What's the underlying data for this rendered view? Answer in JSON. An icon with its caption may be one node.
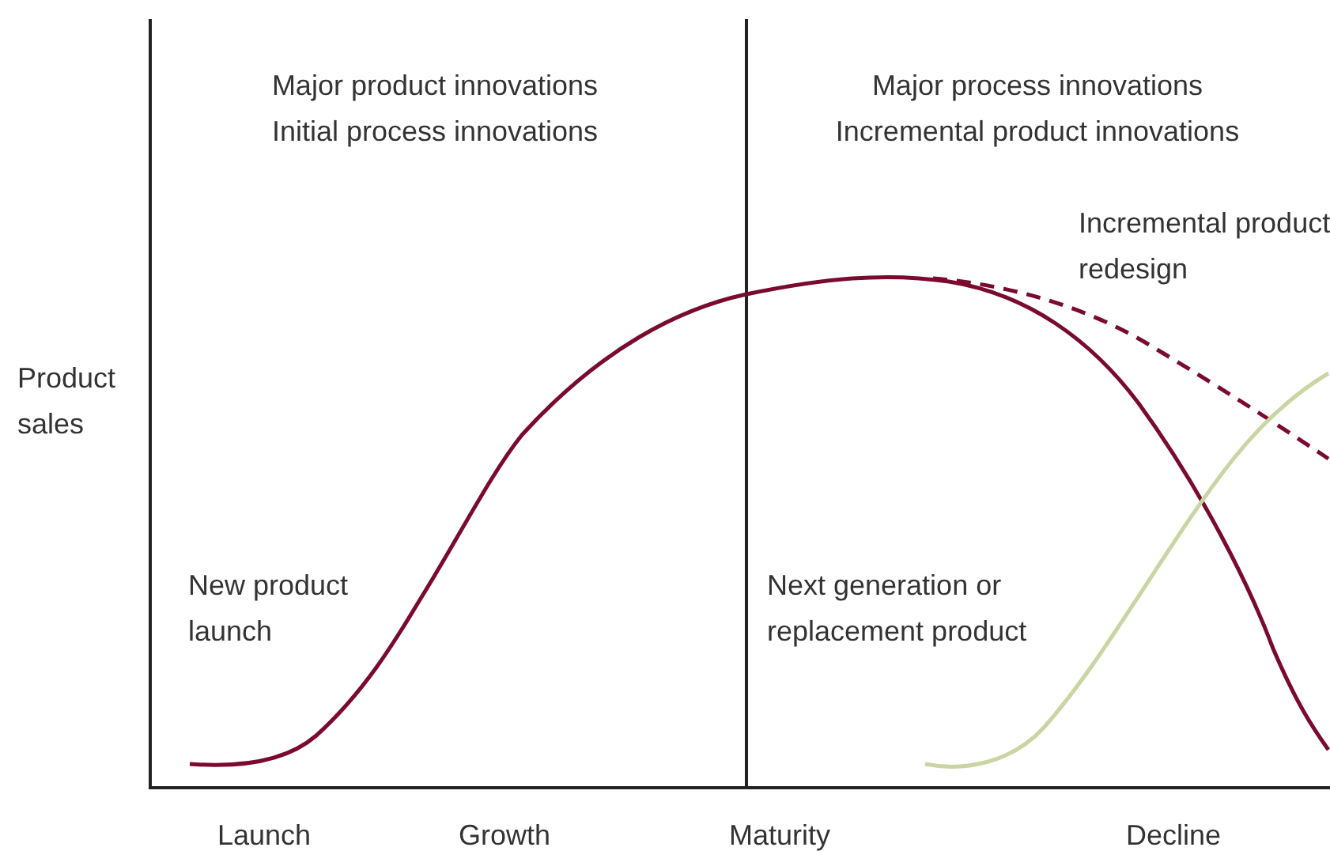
{
  "diagram": {
    "labels": [
      "Major product innovations",
      "Initial process innovations",
      "Major process innovations",
      "Incremental product innovations",
      "Incremental product redesign",
      "Product sales",
      "New product launch",
      "Next generation or replacement product",
      "Launch",
      "Growth",
      "Maturity",
      "Decline"
    ]
  }
}
